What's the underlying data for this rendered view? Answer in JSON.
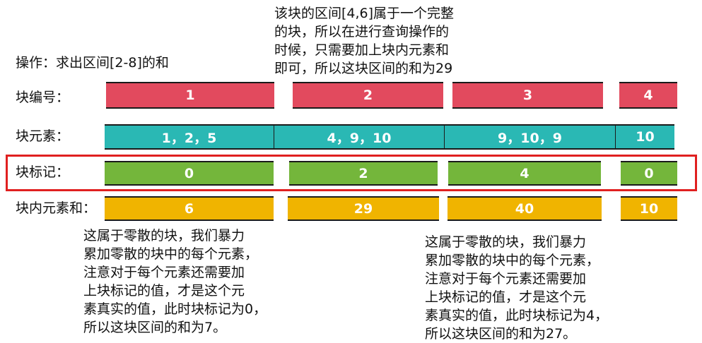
{
  "operation_label": "操作：求出区间[2-8]的和",
  "top_note": [
    "该块的区间[4,6]属于一个完整",
    "的块，所以在进行查询操作的",
    "时候，只需要加上块内元素和",
    "即可，所以这块区间的和为29"
  ],
  "rows": {
    "block_id": {
      "label": "块编号：",
      "values": [
        "1",
        "2",
        "3",
        "4"
      ]
    },
    "elements": {
      "label": "块元素：",
      "values": [
        "1，2，5",
        "4，9，10",
        "9，10，9",
        "10"
      ]
    },
    "tag": {
      "label": "块标记：",
      "values": [
        "0",
        "2",
        "4",
        "0"
      ]
    },
    "sum": {
      "label": "块内元素和：",
      "values": [
        "6",
        "29",
        "40",
        "10"
      ]
    }
  },
  "left_note": [
    "这属于零散的块，我们暴力",
    "累加零散的块中的每个元素，",
    "注意对于每个元素还需要加",
    "上块标记的值，才是这个元",
    "素真实的值，此时块标记为0，",
    "所以这块区间的和为7。"
  ],
  "right_note": [
    "这属于零散的块，我们暴力",
    "累加零散的块中的每个元素，",
    "注意对于每个元素还需要加",
    "上块标记的值，才是这个元",
    "素真实的值，此时块标记为4，",
    "所以这块区间的和为27。"
  ],
  "colors": {
    "block_id": "#e24a5e",
    "elements": "#2ab8b4",
    "tag": "#74b63b",
    "sum": "#f0b400",
    "highlight": "#e02020"
  }
}
